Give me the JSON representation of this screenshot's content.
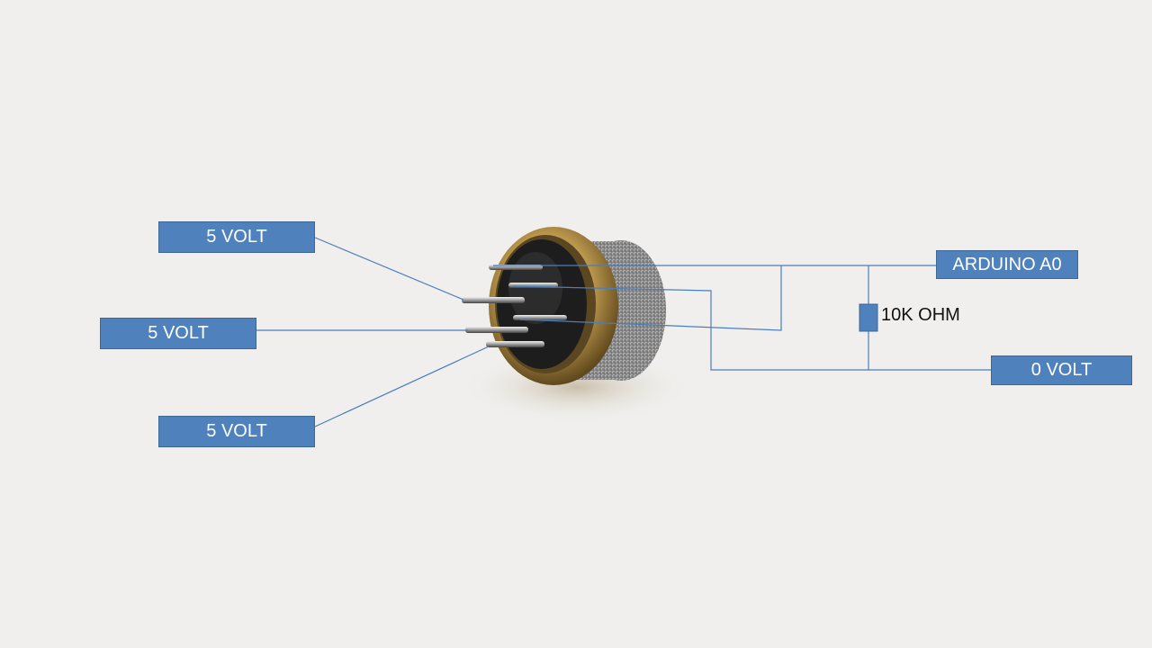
{
  "labels": {
    "left_top": "5 VOLT",
    "left_middle": "5 VOLT",
    "left_bottom": "5 VOLT",
    "arduino": "ARDUINO A0",
    "ground": "0 VOLT",
    "resistor": "10K OHM"
  },
  "colors": {
    "background": "#f0efed",
    "label_fill": "#4f81bd",
    "label_text": "#ffffff",
    "wire": "#4a7ebb",
    "resistor_fill": "#4f81bd"
  }
}
